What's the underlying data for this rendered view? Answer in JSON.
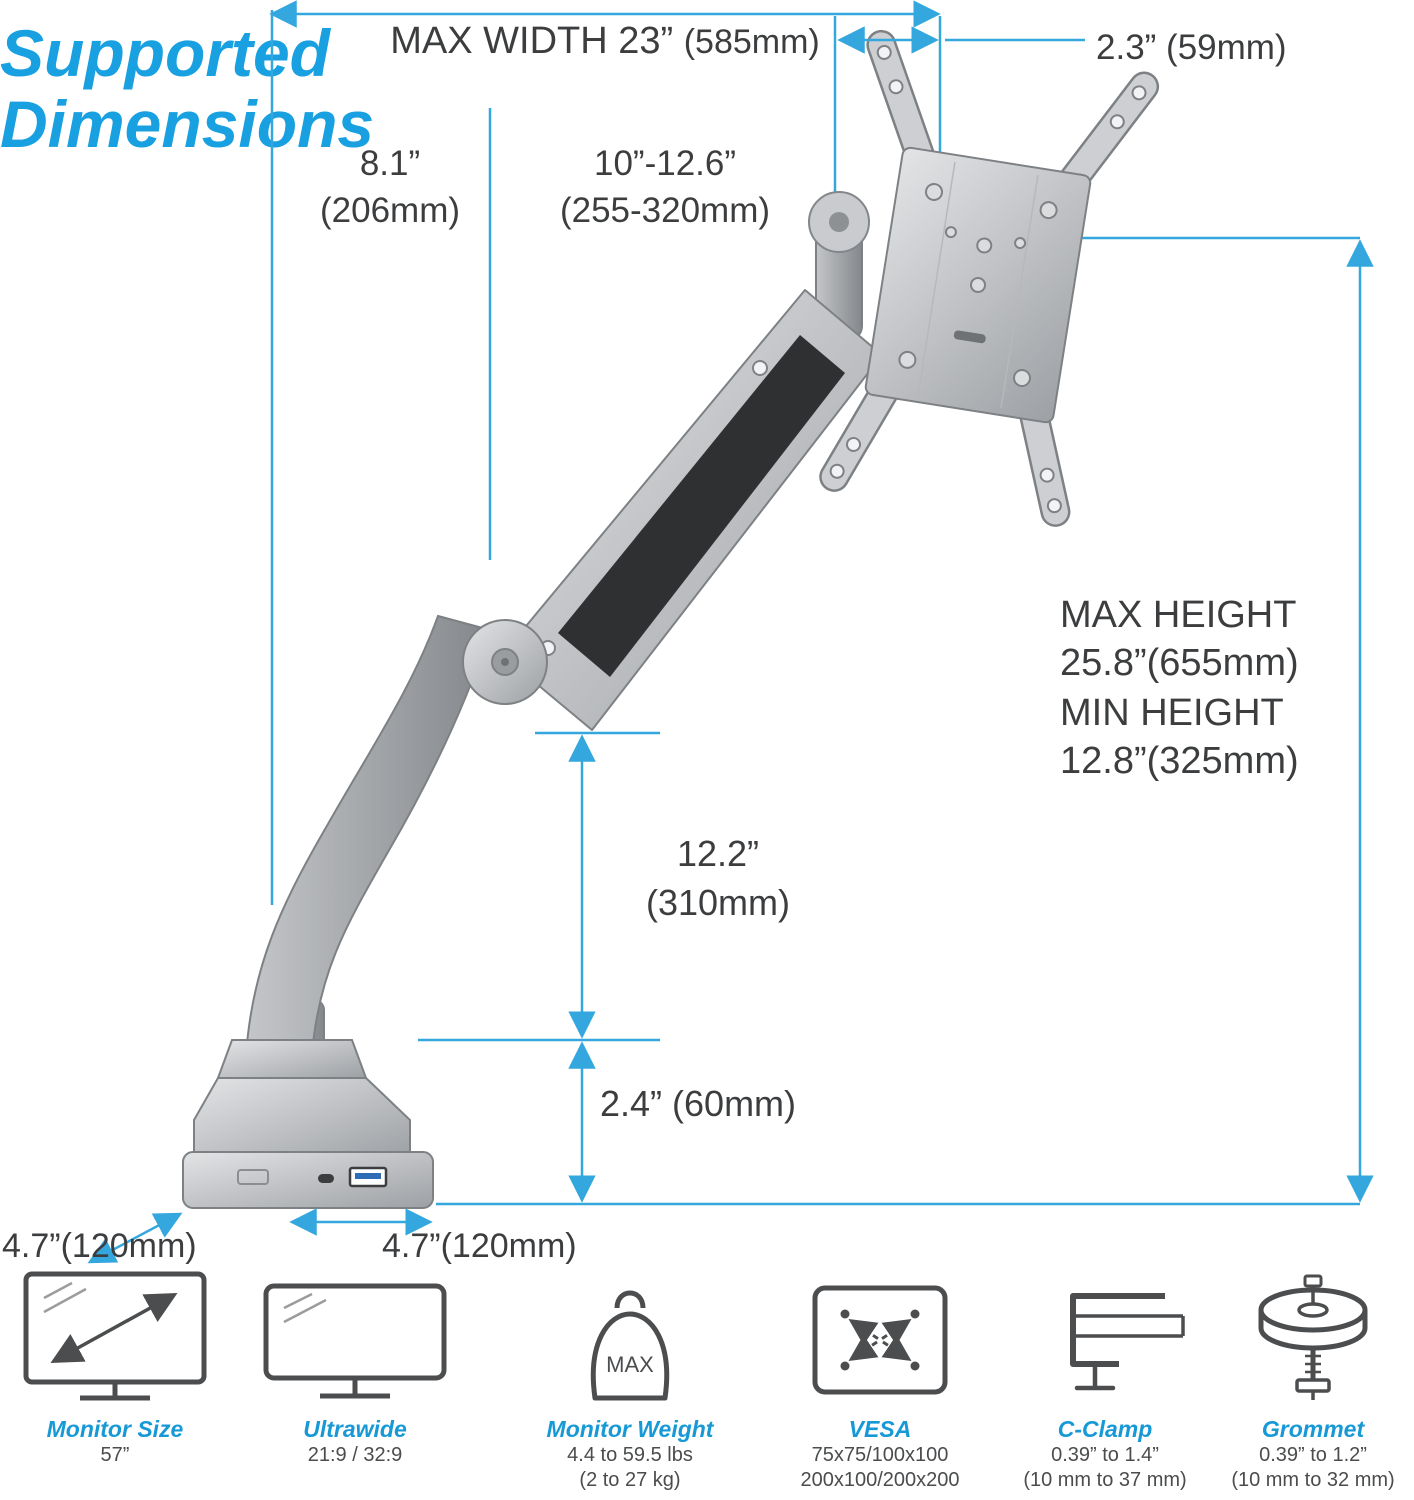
{
  "colors": {
    "dimension_line": "#34a7de",
    "text_dark": "#3b3d3f",
    "blue_title": "#18a0e0",
    "blue_label": "#1799d6",
    "usb_blue": "#2e6db5"
  },
  "dims": {
    "max_width_main": "MAX WIDTH 23”",
    "max_width_sub": "(585mm)",
    "offset_top": "2.3” (59mm)",
    "rear_arm_1": "8.1”",
    "rear_arm_2": "(206mm)",
    "front_arm_1": "10”-12.6”",
    "front_arm_2": "(255-320mm)",
    "max_height_1": "MAX HEIGHT",
    "max_height_2": "25.8”(655mm)",
    "min_height_1": "MIN HEIGHT",
    "min_height_2": "12.8”(325mm)",
    "riser_1": "12.2”",
    "riser_2": "(310mm)",
    "base_height": "2.4” (60mm)",
    "base_depth": "4.7”(120mm)",
    "base_width": "4.7”(120mm)"
  },
  "title": {
    "line1": "Supported",
    "line2": "Dimensions"
  },
  "features": [
    {
      "label": "Monitor Size",
      "line1": "57”",
      "line2": ""
    },
    {
      "label": "Ultrawide",
      "line1": "21:9 / 32:9",
      "line2": ""
    },
    {
      "label": "Monitor Weight",
      "line1": "4.4 to 59.5 lbs",
      "line2": "(2 to 27 kg)",
      "badge": "MAX"
    },
    {
      "label": "VESA",
      "line1": "75x75/100x100",
      "line2": "200x100/200x200"
    },
    {
      "label": "C-Clamp",
      "line1": "0.39” to 1.4”",
      "line2": "(10 mm to 37 mm)"
    },
    {
      "label": "Grommet",
      "line1": "0.39” to 1.2”",
      "line2": "(10 mm to 32 mm)"
    }
  ]
}
